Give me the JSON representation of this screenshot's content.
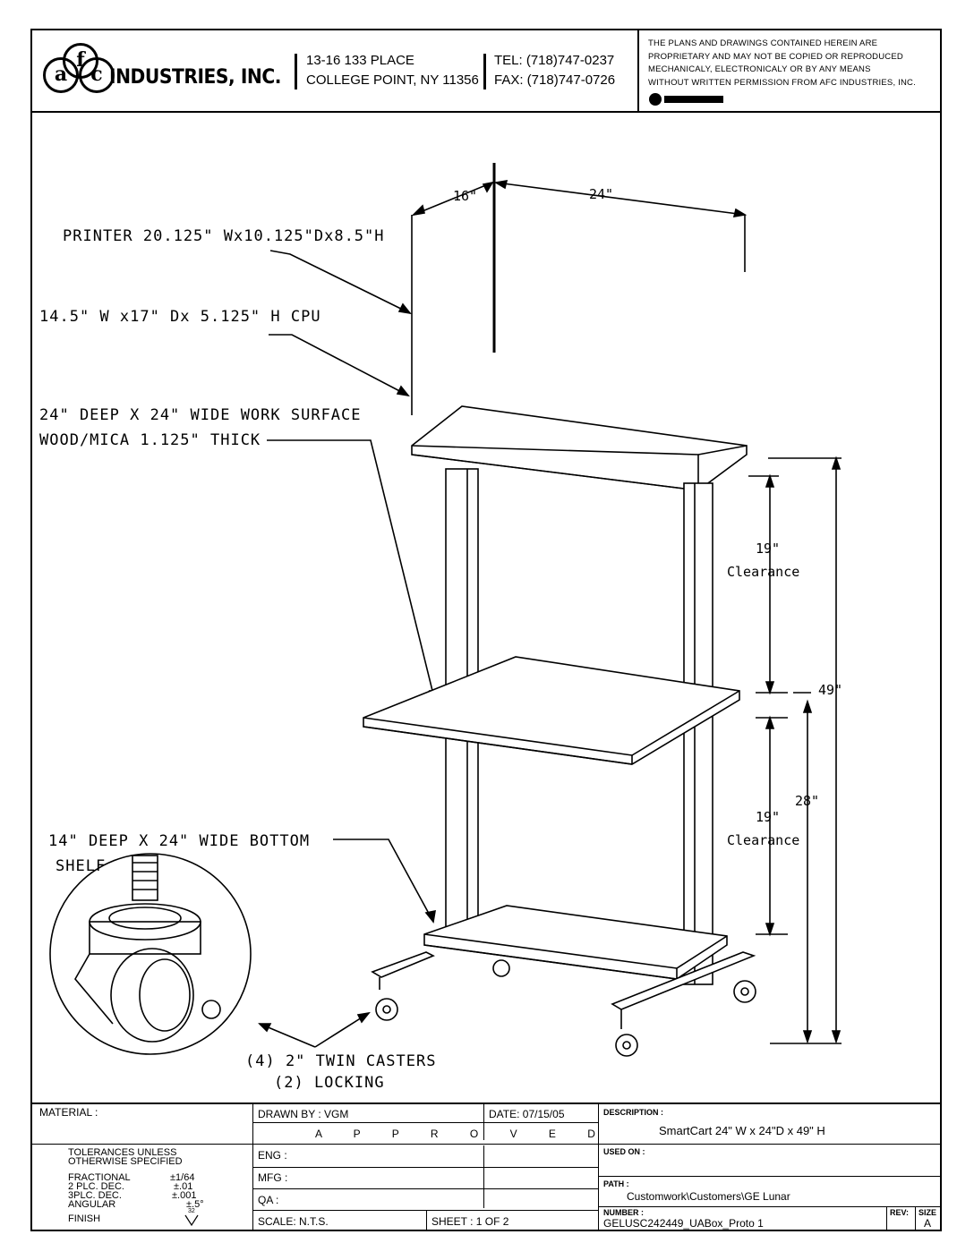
{
  "header": {
    "logo_letters": [
      "a",
      "f",
      "c"
    ],
    "company": "INDUSTRIES, INC.",
    "address_line1": "13-16 133 PLACE",
    "address_line2": "COLLEGE POINT, NY 11356",
    "tel": "TEL: (718)747-0237",
    "fax": "FAX: (718)747-0726",
    "legal": [
      "THE PLANS AND DRAWINGS CONTAINED HEREIN ARE",
      "PROPRIETARY AND MAY NOT BE COPIED OR REPRODUCED",
      "MECHANICALY, ELECTRONICALY OR BY ANY MEANS",
      "WITHOUT WRITTEN PERMISSION FROM AFC INDUSTRIES, INC."
    ]
  },
  "annotations": {
    "printer": "PRINTER 20.125\" Wx10.125\"Dx8.5\"H",
    "cpu": "14.5\" W x17\" Dx 5.125\" H CPU",
    "work_surface_1": "24\" DEEP  X 24\" WIDE WORK SURFACE",
    "work_surface_2": "WOOD/MICA 1.125\" THICK",
    "bottom_shelf_1": "14\" DEEP  X 24\" WIDE BOTTOM",
    "bottom_shelf_2": "SHELF",
    "casters_1": "(4) 2\" TWIN CASTERS",
    "casters_2": "(2) LOCKING"
  },
  "dimensions": {
    "depth_top": "16\"",
    "width_top": "24\"",
    "clearance_upper_value": "19\"",
    "clearance_upper_label": "Clearance",
    "clearance_lower_value": "19\"",
    "clearance_lower_label": "Clearance",
    "overall_height": "49\"",
    "mid_height": "28\""
  },
  "title_block": {
    "material_label": "MATERIAL :",
    "drawn_by": "DRAWN BY : VGM",
    "date": "DATE: 07/15/05",
    "approved": "A P P R O V E D",
    "description_label": "DESCRIPTION :",
    "description": "SmartCart 24\" W x 24\"D x 49\" H",
    "tolerances_1": "TOLERANCES UNLESS",
    "tolerances_2": "OTHERWISE SPECIFIED",
    "fractional_label": "FRACTIONAL",
    "fractional_value": "±1/64",
    "plc2_label": "2 PLC. DEC.",
    "plc2_value": "±.01",
    "plc3_label": "3PLC. DEC.",
    "plc3_value": "±.001",
    "angular_label": "ANGULAR",
    "angular_value": "±.5°",
    "finish_label": "FINISH",
    "finish_value": "32",
    "eng": "ENG :",
    "mfg": "MFG :",
    "qa": "QA :",
    "used_on": "USED ON :",
    "path_label": "PATH :",
    "path": "Customwork\\Customers\\GE Lunar",
    "number_label": "NUMBER :",
    "number": "GELUSC242449_UABox_Proto 1",
    "rev_label": "REV:",
    "rev": "",
    "size_label": "SIZE",
    "size": "A",
    "scale": "SCALE: N.T.S.",
    "sheet": "SHEET : 1 OF 2"
  }
}
